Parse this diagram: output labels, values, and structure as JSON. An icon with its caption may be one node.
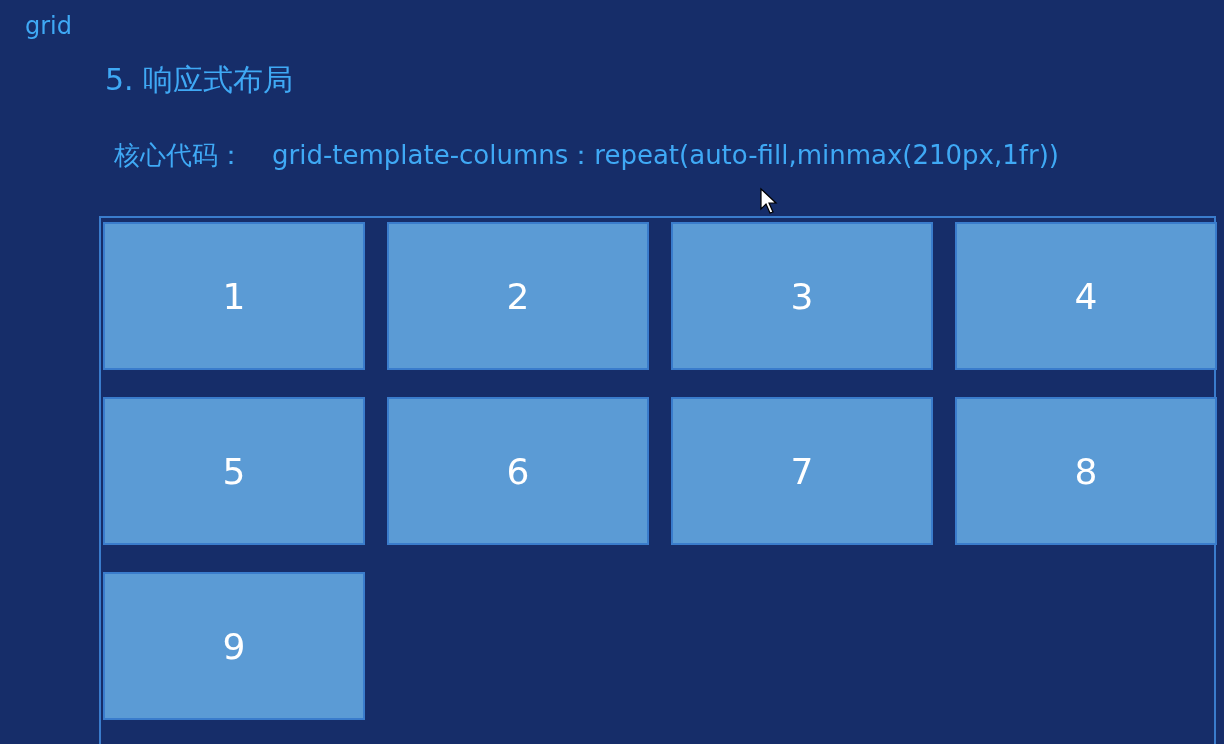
{
  "diagram": {
    "title": "5. 响应式布局",
    "nodes": [
      {
        "text": [],
        "shape": "box"
      },
      {
        "text": [
          "1"
        ],
        "in": 0
      },
      {
        "text": [
          "2"
        ],
        "in": 0
      },
      {
        "text": [
          "3"
        ],
        "in": 0
      },
      {
        "text": [
          "4"
        ],
        "in": 0
      },
      {
        "text": [
          "5"
        ],
        "in": 0
      },
      {
        "text": [
          "6"
        ],
        "in": 0
      },
      {
        "text": [
          "7"
        ],
        "in": 0
      },
      {
        "text": [
          "8"
        ],
        "in": 0
      },
      {
        "text": [
          "9"
        ],
        "in": 0
      }
    ],
    "labels": [
      "grid",
      "核心代码：",
      "grid-template-columns：repeat(auto-fill,minmax(210px,1fr))"
    ]
  }
}
